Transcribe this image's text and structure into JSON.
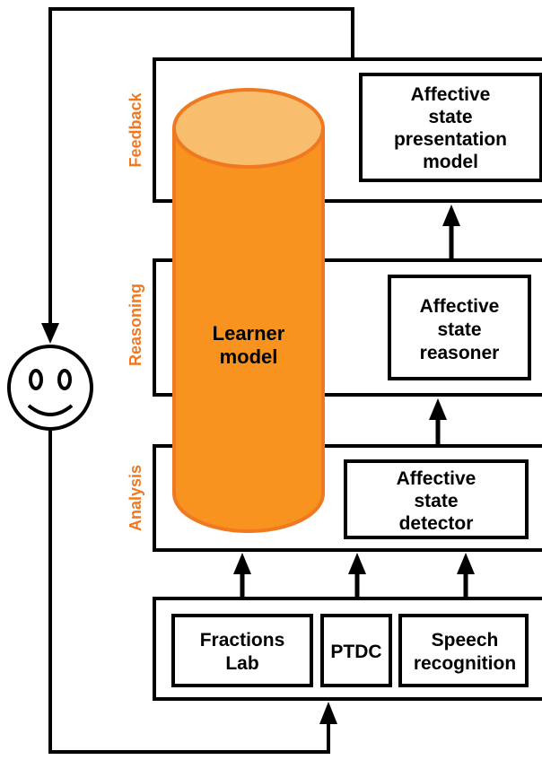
{
  "colors": {
    "accent": "#f07820",
    "cylinder_body": "#f7931e",
    "cylinder_top": "#f9bd6e",
    "line": "#000000"
  },
  "layers": {
    "feedback": "Feedback",
    "reasoning": "Reasoning",
    "analysis": "Analysis"
  },
  "learner_model": {
    "line1": "Learner",
    "line2": "model"
  },
  "presentation_model": {
    "lines": [
      "Affective",
      "state",
      "presentation",
      "model"
    ]
  },
  "reasoner": {
    "lines": [
      "Affective",
      "state",
      "reasoner"
    ]
  },
  "detector": {
    "lines": [
      "Affective",
      "state",
      "detector"
    ]
  },
  "inputs": {
    "fractions_lab": [
      "Fractions",
      "Lab"
    ],
    "ptdc": "PTDC",
    "speech_recognition": [
      "Speech",
      "recognition"
    ]
  },
  "learner_icon": "smiley-face-icon"
}
